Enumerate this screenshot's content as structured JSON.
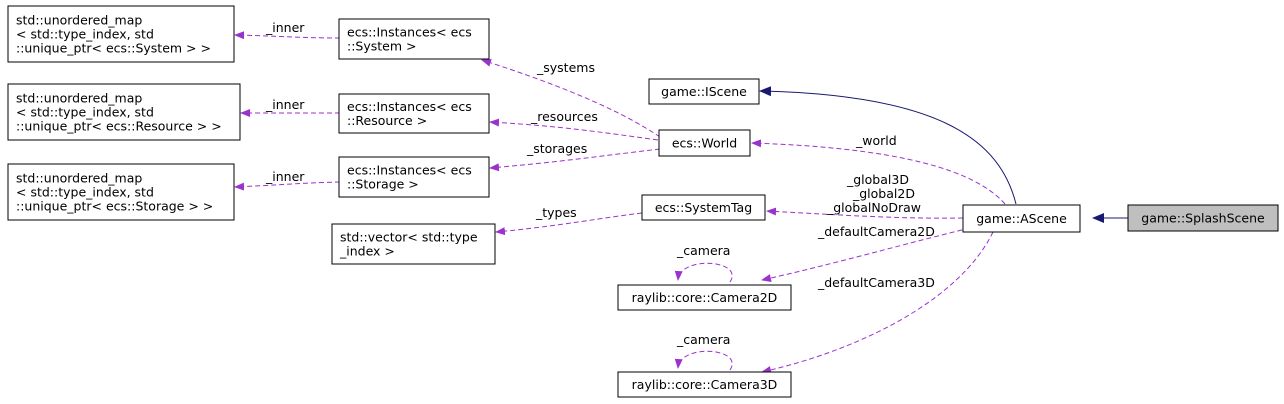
{
  "diagram": {
    "nodes": {
      "splash_scene": [
        "game::SplashScene"
      ],
      "ascene": [
        "game::AScene"
      ],
      "iscene": [
        "game::IScene"
      ],
      "world": [
        "ecs::World"
      ],
      "system_tag": [
        "ecs::SystemTag"
      ],
      "camera2d": [
        "raylib::core::Camera2D"
      ],
      "camera3d": [
        "raylib::core::Camera3D"
      ],
      "instances_system": [
        "ecs::Instances< ecs",
        "::System >"
      ],
      "instances_resource": [
        "ecs::Instances< ecs",
        "::Resource >"
      ],
      "instances_storage": [
        "ecs::Instances< ecs",
        "::Storage >"
      ],
      "map_system": [
        "std::unordered_map",
        "< std::type_index, std",
        "::unique_ptr< ecs::System > >"
      ],
      "map_resource": [
        "std::unordered_map",
        "< std::type_index, std",
        "::unique_ptr< ecs::Resource > >"
      ],
      "map_storage": [
        "std::unordered_map",
        "< std::type_index, std",
        "::unique_ptr< ecs::Storage > >"
      ],
      "vector_type_index": [
        "std::vector< std::type",
        "_index >"
      ]
    },
    "edge_labels": {
      "world": "_world",
      "global3d": "_global3D",
      "global2d": "_global2D",
      "global_no_draw": "_globalNoDraw",
      "default_camera2d": "_defaultCamera2D",
      "default_camera3d": "_defaultCamera3D",
      "camera2d_self": "_camera",
      "camera3d_self": "_camera",
      "systems": "_systems",
      "resources": "_resources",
      "storages": "_storages",
      "types": "_types",
      "inner_system": "_inner",
      "inner_resource": "_inner",
      "inner_storage": "_inner"
    },
    "colors": {
      "inheritance": "#191970",
      "usage": "#9a32cd",
      "highlight_fill": "#bfbfbf"
    }
  }
}
